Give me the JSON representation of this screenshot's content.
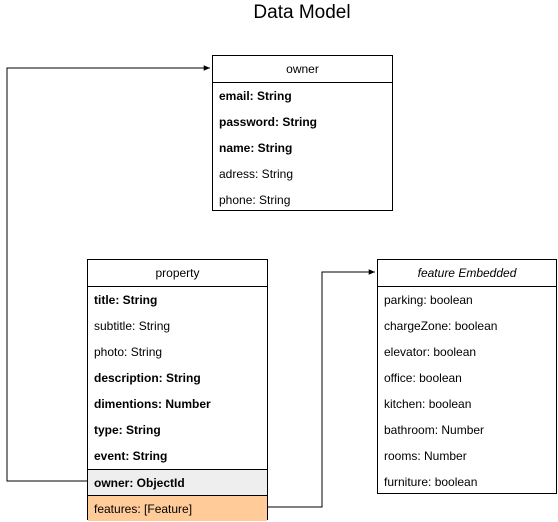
{
  "title": "Data Model",
  "entities": {
    "owner": {
      "name": "owner",
      "fields": [
        "email: String",
        "password: String",
        "name: String",
        "adress: String",
        "phone: String"
      ]
    },
    "property": {
      "name": "property",
      "fields": [
        "title: String",
        "subtitle: String",
        "photo: String",
        "description: String",
        "dimentions: Number",
        "type: String",
        "event: String",
        "owner: ObjectId",
        "features: [Feature]"
      ]
    },
    "feature": {
      "name": "feature Embedded",
      "fields": [
        "parking: boolean",
        "chargeZone: boolean",
        "elevator: boolean",
        "office: boolean",
        "kitchen: boolean",
        "bathroom: Number",
        "rooms: Number",
        "furniture: boolean"
      ]
    }
  },
  "colors": {
    "highlight_gray": "#eeeeee",
    "highlight_orange": "#ffcc99",
    "line": "#000000"
  }
}
